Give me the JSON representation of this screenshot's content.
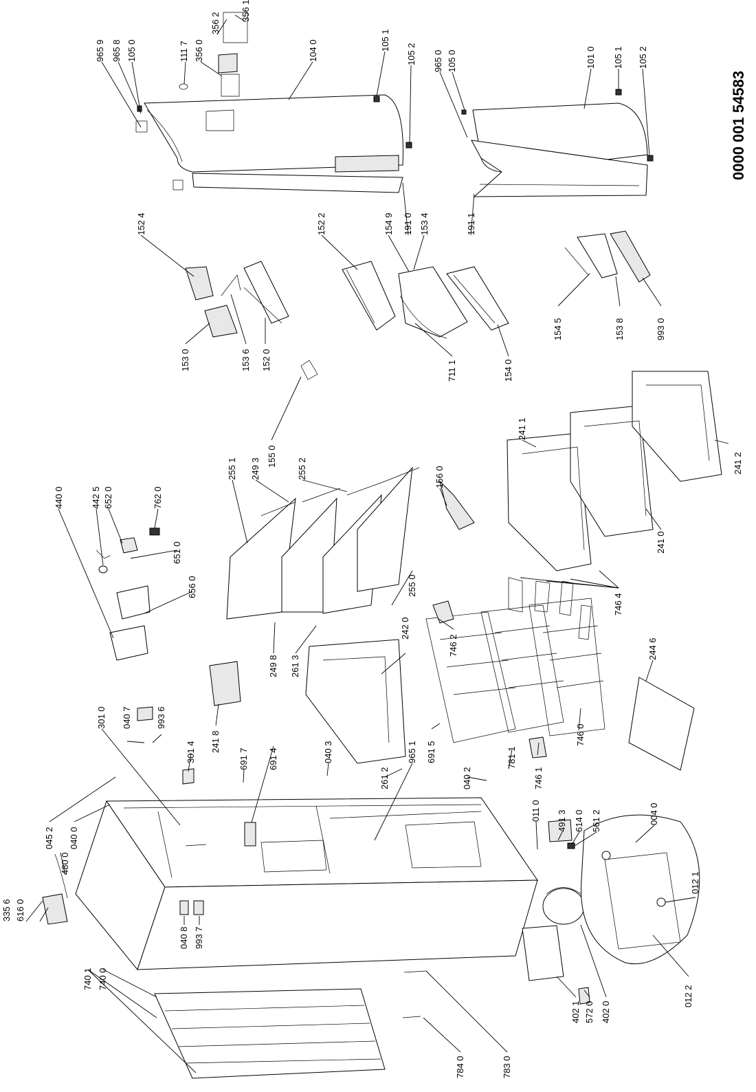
{
  "document_id": "0000 001 54583",
  "part_labels": [
    "965 9",
    "965 8",
    "105 0",
    "111 7",
    "356 0",
    "356 2",
    "356 1",
    "104 0",
    "105 1",
    "105 2",
    "965 0",
    "105 0",
    "101 0",
    "105 1",
    "105 2",
    "152 4",
    "152 2",
    "154 9",
    "191 0",
    "153 4",
    "191 1",
    "153 0",
    "153 6",
    "152 0",
    "711 1",
    "154 0",
    "154 5",
    "153 8",
    "993 0",
    "155 0",
    "255 1",
    "249 3",
    "255 2",
    "156 0",
    "241 1",
    "241 2",
    "440 0",
    "442 5",
    "652 0",
    "762 0",
    "651 0",
    "656 0",
    "255 0",
    "241 0",
    "746 4",
    "242 0",
    "249 8",
    "261 3",
    "746 2",
    "244 6",
    "301 0",
    "040 7",
    "993 6",
    "301 4",
    "241 8",
    "691 7",
    "691 4",
    "040 3",
    "965 1",
    "691 5",
    "261 2",
    "040 2",
    "781 1",
    "746 1",
    "746 0",
    "045 2",
    "040 0",
    "011 0",
    "491 3",
    "614 0",
    "561 2",
    "004 0",
    "012 1",
    "480 0",
    "335 6",
    "616 0",
    "040 8",
    "993 7",
    "012 2",
    "740 1",
    "740 0",
    "784 0",
    "783 0",
    "402 1",
    "572 0",
    "402 0"
  ]
}
